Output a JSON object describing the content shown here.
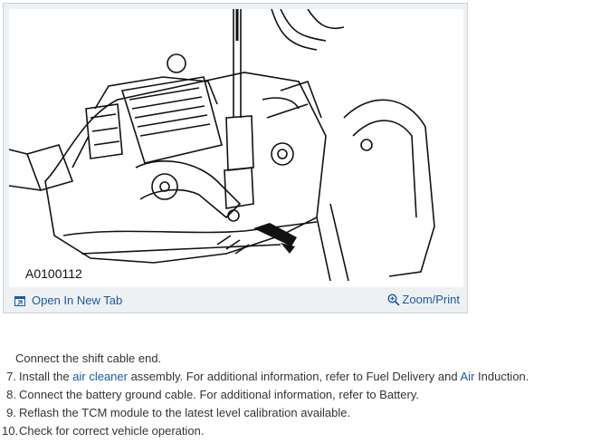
{
  "figure": {
    "id_label": "A0100112",
    "open_tab_label": "Open In New Tab",
    "zoom_print_label": "Zoom/Print"
  },
  "steps": [
    {
      "number": "",
      "text": "Connect the shift cable end."
    },
    {
      "number": "7.",
      "pre": "Install the ",
      "link1": "air cleaner",
      "mid": " assembly. For additional information, refer to Fuel Delivery and ",
      "link2": "Air",
      "post": " Induction."
    },
    {
      "number": "8.",
      "text": "Connect the battery ground cable. For additional information, refer to Battery."
    },
    {
      "number": "9.",
      "text": "Reflash the TCM module to the latest level calibration available."
    },
    {
      "number": "10.",
      "text": "Check for correct vehicle operation."
    }
  ],
  "colors": {
    "link": "#1a5aa0",
    "frame_border": "#c9d0d6",
    "frame_bg": "#eef1f4"
  },
  "icons": [
    "open-new-tab-icon",
    "magnifier-icon"
  ]
}
